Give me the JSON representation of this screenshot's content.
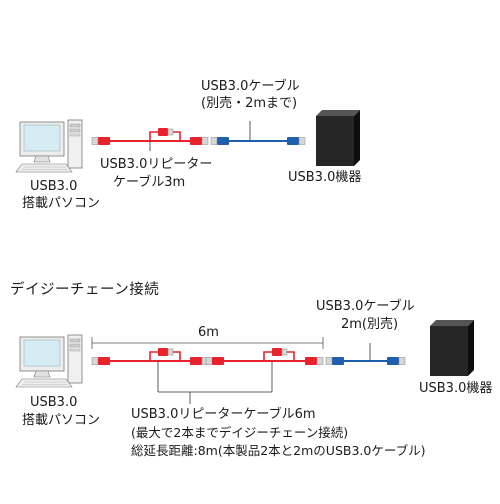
{
  "diagram1": {
    "pc_label": [
      "USB3.0",
      "搭載パソコン"
    ],
    "repeater_label": [
      "USB3.0リピーター",
      "ケーブル3m"
    ],
    "ext_cable_label": [
      "USB3.0ケーブル",
      "(別売・2mまで)"
    ],
    "device_label": "USB3.0機器"
  },
  "diagram2": {
    "title": "デイジーチェーン接続",
    "span_label": "6m",
    "ext_cable_label": [
      "USB3.0ケーブル",
      "2m(別売)"
    ],
    "pc_label": [
      "USB3.0",
      "搭載パソコン"
    ],
    "device_label": "USB3.0機器",
    "repeater_label": "USB3.0リピーターケーブル6m",
    "note1": "(最大で2本までデイジーチェーン接続)",
    "note2": "総延長距離:8m(本製品2本と2mのUSB3.0ケーブル)"
  },
  "colors": {
    "red_cable": "#e8232e",
    "blue_cable": "#1f5fae",
    "device": "#1c1c1c",
    "monitor_screen": "#d6ecf5",
    "pc_body": "#f2f2f2"
  }
}
